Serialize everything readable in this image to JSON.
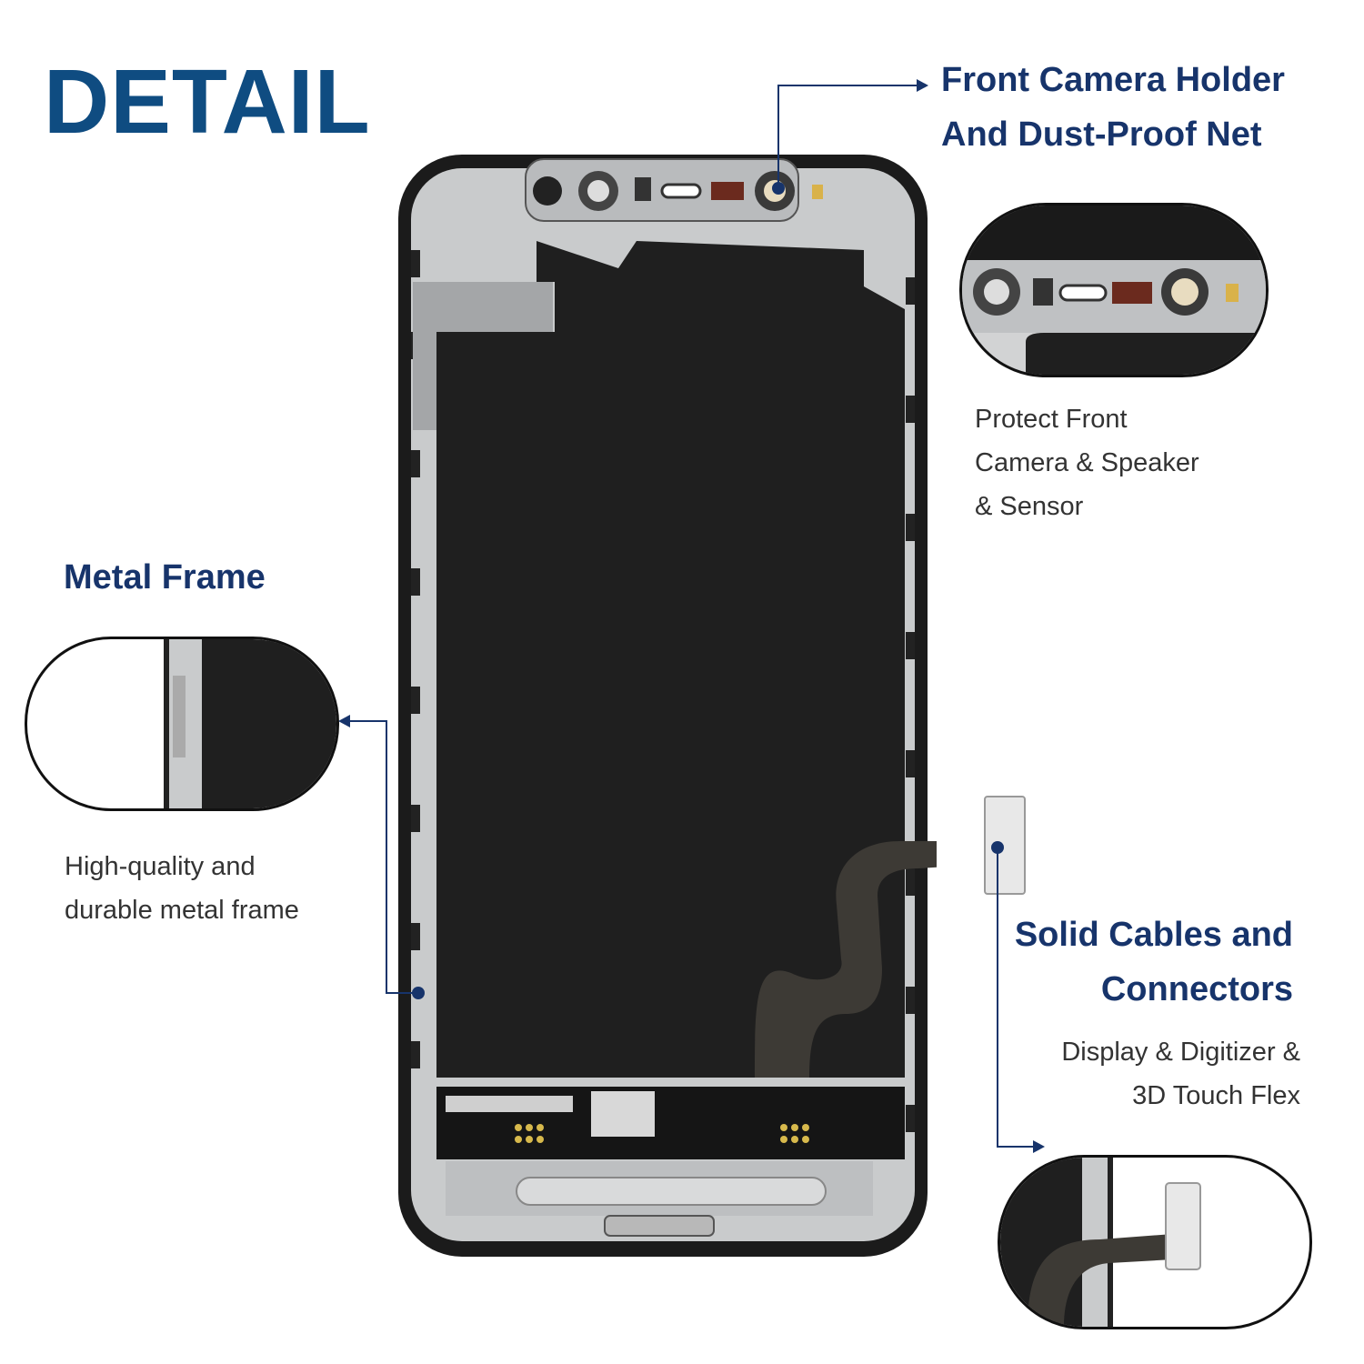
{
  "title": "DETAIL",
  "callouts": {
    "camera": {
      "heading_line1": "Front Camera Holder",
      "heading_line2": "And Dust-Proof Net",
      "desc_line1": "Protect Front",
      "desc_line2": "Camera & Speaker",
      "desc_line3": "& Sensor"
    },
    "frame": {
      "heading": "Metal Frame",
      "desc_line1": "High-quality and",
      "desc_line2": "durable metal frame"
    },
    "cables": {
      "heading_line1": "Solid Cables and",
      "heading_line2": "Connectors",
      "desc_line1": "Display & Digitizer &",
      "desc_line2": "3D Touch Flex"
    }
  },
  "colors": {
    "title": "#0f4c81",
    "heading": "#17346b",
    "text": "#333333",
    "panel": "#1f1f1f",
    "frame": "#c9cbcc"
  }
}
